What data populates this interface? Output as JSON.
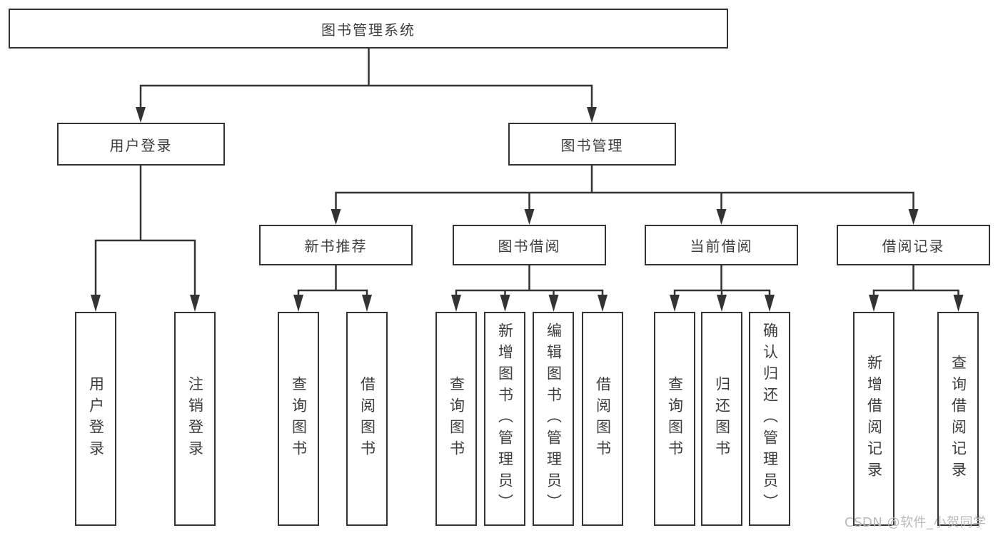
{
  "diagram": {
    "type": "function-structure-tree",
    "line_color": "#333333",
    "box_border_color": "#333333",
    "text_color": "#3d3d3d",
    "background_color": "#ffffff",
    "nodes": {
      "system": {
        "label": "图书管理系统",
        "level": 0
      },
      "login_branch": {
        "label": "用户登录",
        "level": 1
      },
      "book_mgmt": {
        "label": "图书管理",
        "level": 1
      },
      "new_book_rec": {
        "label": "新书推荐",
        "level": 2
      },
      "book_borrow": {
        "label": "图书借阅",
        "level": 2
      },
      "current_borrow": {
        "label": "当前借阅",
        "level": 2
      },
      "borrow_record": {
        "label": "借阅记录",
        "level": 2
      },
      "leaf_user_login": {
        "label": "用户登录",
        "level": 3
      },
      "leaf_logout": {
        "label": "注销登录",
        "level": 3
      },
      "leaf_nbr_query": {
        "label": "查询图书",
        "level": 3
      },
      "leaf_nbr_borrow": {
        "label": "借阅图书",
        "level": 3
      },
      "leaf_bb_query": {
        "label": "查询图书",
        "level": 3
      },
      "leaf_bb_add": {
        "label": "新增图书（管理员）",
        "level": 3
      },
      "leaf_bb_edit": {
        "label": "编辑图书（管理员）",
        "level": 3
      },
      "leaf_bb_borrow": {
        "label": "借阅图书",
        "level": 3
      },
      "leaf_cb_query": {
        "label": "查询图书",
        "level": 3
      },
      "leaf_cb_return": {
        "label": "归还图书",
        "level": 3
      },
      "leaf_cb_confirm": {
        "label": "确认归还（管理员）",
        "level": 3
      },
      "leaf_br_add": {
        "label": "新增借阅记录",
        "level": 3
      },
      "leaf_br_query": {
        "label": "查询借阅记录",
        "level": 3
      }
    },
    "edges": [
      [
        "system",
        "login_branch"
      ],
      [
        "system",
        "book_mgmt"
      ],
      [
        "login_branch",
        "leaf_user_login"
      ],
      [
        "login_branch",
        "leaf_logout"
      ],
      [
        "book_mgmt",
        "new_book_rec"
      ],
      [
        "book_mgmt",
        "book_borrow"
      ],
      [
        "book_mgmt",
        "current_borrow"
      ],
      [
        "book_mgmt",
        "borrow_record"
      ],
      [
        "new_book_rec",
        "leaf_nbr_query"
      ],
      [
        "new_book_rec",
        "leaf_nbr_borrow"
      ],
      [
        "book_borrow",
        "leaf_bb_query"
      ],
      [
        "book_borrow",
        "leaf_bb_add"
      ],
      [
        "book_borrow",
        "leaf_bb_edit"
      ],
      [
        "book_borrow",
        "leaf_bb_borrow"
      ],
      [
        "current_borrow",
        "leaf_cb_query"
      ],
      [
        "current_borrow",
        "leaf_cb_return"
      ],
      [
        "current_borrow",
        "leaf_cb_confirm"
      ],
      [
        "borrow_record",
        "leaf_br_add"
      ],
      [
        "borrow_record",
        "leaf_br_query"
      ]
    ]
  },
  "watermark": {
    "text": "CSDN @软件_小贺同学",
    "color": "#b9b9b9"
  }
}
